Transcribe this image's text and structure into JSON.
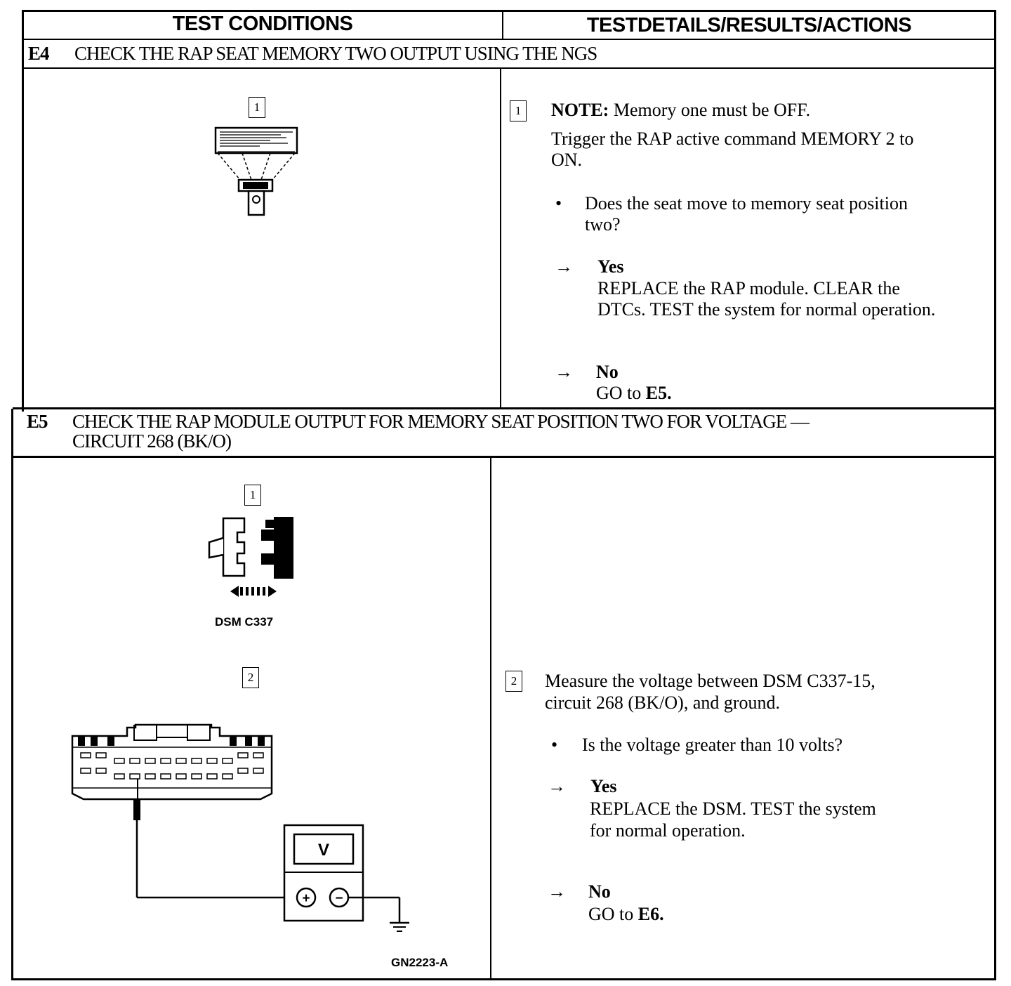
{
  "header": {
    "left": "TEST CONDITIONS",
    "right": "TESTDETAILS/RESULTS/ACTIONS"
  },
  "e4": {
    "id": "E4",
    "title": "CHECK THE RAP SEAT MEMORY TWO OUTPUT USING THE NGS",
    "figure_step": "1",
    "detail_step": "1",
    "note_label": "NOTE:",
    "note_text": "Memory one must be OFF.",
    "instruction_line1": "Trigger the RAP active command MEMORY 2 to",
    "instruction_line2": "ON.",
    "bullet": "•",
    "question_line1": "Does the seat move to memory seat position",
    "question_line2": "two?",
    "arrow": "→",
    "yes_label": "Yes",
    "yes_line1": "REPLACE the RAP module. CLEAR the",
    "yes_line2": "DTCs. TEST the system for normal operation.",
    "no_label": "No",
    "no_text": "GO to",
    "no_target": "E5."
  },
  "e5": {
    "id": "E5",
    "title_line1": "CHECK THE RAP MODULE OUTPUT FOR MEMORY SEAT POSITION TWO FOR VOLTAGE —",
    "title_line2": "CIRCUIT 268 (BK/O)",
    "figure_step1": "1",
    "connector_label": "DSM C337",
    "figure_step2": "2",
    "meter_label": "V",
    "meter_plus": "+",
    "meter_minus": "−",
    "figure_code": "GN2223-A",
    "detail_step": "2",
    "instruction_line1": "Measure the voltage between DSM C337-15,",
    "instruction_line2": "circuit 268 (BK/O), and ground.",
    "bullet": "•",
    "question": "Is the voltage greater than 10 volts?",
    "arrow": "→",
    "yes_label": "Yes",
    "yes_line1": "REPLACE the DSM. TEST the system",
    "yes_line2": "for normal operation.",
    "no_label": "No",
    "no_text": "GO to",
    "no_target": "E6."
  }
}
